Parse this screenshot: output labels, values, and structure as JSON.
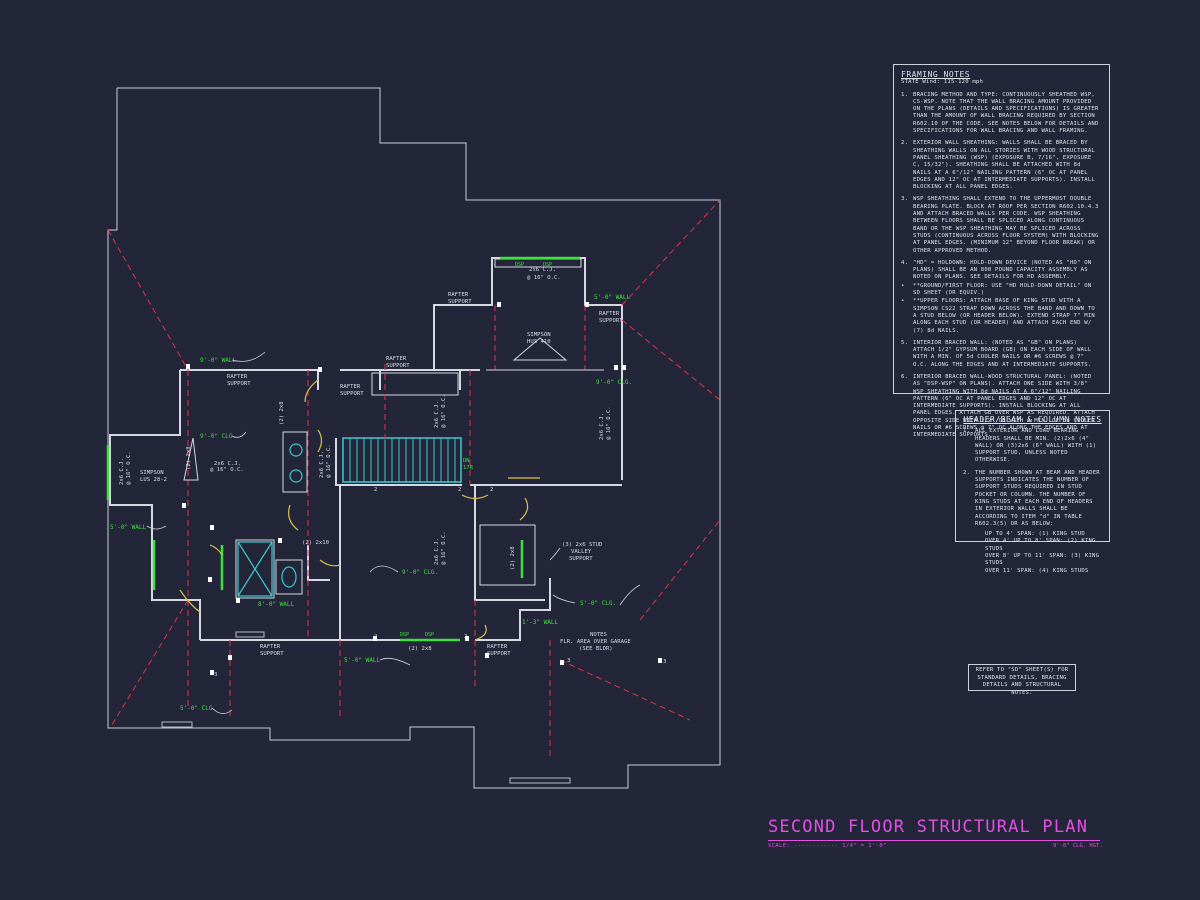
{
  "framing_notes": {
    "title": "FRAMING NOTES",
    "subtitle": "STATE Wind: 115-120 mph",
    "items": [
      {
        "n": "1.",
        "text": "BRACING METHOD AND TYPE: CONTINUOUSLY SHEATHED WSP, CS-WSP. NOTE THAT THE WALL BRACING AMOUNT PROVIDED ON THE PLANS (DETAILS AND SPECIFICATIONS) IS GREATER THAN THE AMOUNT OF WALL BRACING REQUIRED BY SECTION R602.10 OF THE CODE. SEE NOTES BELOW FOR DETAILS AND SPECIFICATIONS FOR WALL BRACING AND WALL FRAMING."
      },
      {
        "n": "2.",
        "text": "EXTERIOR WALL SHEATHING: WALLS SHALL BE BRACED BY SHEATHING WALLS ON ALL STORIES WITH WOOD STRUCTURAL PANEL SHEATHING (WSP) (EXPOSURE B, 7/16\", EXPOSURE C, 15/32\"). SHEATHING SHALL BE ATTACHED WITH 8d NAILS AT A 6\"/12\" NAILING PATTERN (6\" OC AT PANEL EDGES AND 12\" OC AT INTERMEDIATE SUPPORTS). INSTALL BLOCKING AT ALL PANEL EDGES."
      },
      {
        "n": "3.",
        "text": "WSP SHEATHING SHALL EXTEND TO THE UPPERMOST DOUBLE BEARING PLATE. BLOCK AT ROOF PER SECTION R602.10.4.3 AND ATTACH BRACED WALLS PER CODE. WSP SHEATHING BETWEEN FLOORS SHALL BE SPLICED ALONG CONTINUOUS BAND OR THE WSP SHEATHING MAY BE SPLICED ACROSS STUDS (CONTINUOUS ACROSS FLOOR SYSTEM) WITH BLOCKING AT PANEL EDGES. (MINIMUM 12\" BEYOND FLOOR BREAK) OR OTHER APPROVED METHOD."
      },
      {
        "n": "4.",
        "text": "\"HD\" = HOLDOWN: HOLD-DOWN DEVICE (NOTED AS \"HD\" ON PLANS) SHALL BE AN 800 POUND CAPACITY ASSEMBLY AS NOTED ON PLANS. SEE DETAILS FOR HD ASSEMBLY."
      },
      {
        "n": "•",
        "text": "**GROUND/FIRST FLOOR: USE \"HD HOLD-DOWN DETAIL\" ON SD SHEET (OR EQUIV.)"
      },
      {
        "n": "•",
        "text": "**UPPER FLOORS: ATTACH BASE OF KING STUD WITH A SIMPSON CS22 STRAP DOWN ACROSS THE BAND AND DOWN TO A STUD BELOW (OR HEADER BELOW). EXTEND STRAP 7\" MIN ALONG EACH STUD (OR HEADER) AND ATTACH EACH END W/ (7) 8d NAILS."
      },
      {
        "n": "5.",
        "text": "INTERIOR BRACED WALL: (NOTED AS \"GB\" ON PLANS) ATTACH 1/2\" GYPSUM BOARD (GB) ON EACH SIDE OF WALL WITH A MIN. OF 5d COOLER NAILS OR #6 SCREWS @ 7\" O.C. ALONG THE EDGES AND AT INTERMEDIATE SUPPORTS."
      },
      {
        "n": "6.",
        "text": "INTERIOR BRACED WALL-WOOD STRUCTURAL PANEL: (NOTED AS \"DSP-WSP\" ON PLANS). ATTACH ONE SIDE WITH 3/8\" WSP SHEATHING WITH 8d NAILS AT A 6\"/12\" NAILING PATTERN (6\" OC AT PANEL EDGES AND 12\" OC AT INTERMEDIATE SUPPORTS). INSTALL BLOCKING AT ALL PANEL EDGES. ATTACH GB OVER WSP AS REQUIRED. ATTACH OPPOSITE SIDE WITH 1/2\" GB WITH A MIN. OF 5d COOLER NAILS OR #6 SCREWS @ 7\" OC ALONG THE EDGES AND AT INTERMEDIATE SUPPORTS."
      }
    ]
  },
  "header_notes": {
    "title": "HEADER/BEAM & COLUMN NOTES",
    "items": [
      {
        "n": "1.",
        "text": "ALL EXTERIOR AND LOAD BEARING HEADERS SHALL BE MIN. (2)2x6 (4\" WALL) OR (3)2x6 (6\" WALL) WITH (1) SUPPORT STUD, UNLESS NOTED OTHERWISE."
      },
      {
        "n": "2.",
        "text": "THE NUMBER SHOWN AT BEAM AND HEADER SUPPORTS INDICATES THE NUMBER OF SUPPORT STUDS REQUIRED IN STUD POCKET OR COLUMN. THE NUMBER OF KING STUDS AT EACH END OF HEADERS IN EXTERIOR WALLS SHALL BE ACCORDING TO ITEM \"d\" IN TABLE R602.3(5) OR AS BELOW:"
      }
    ],
    "bullets": [
      "UP TO 4' SPAN: (1) KING STUD",
      "OVER 4' UP TO 8' SPAN: (2) KING STUDS",
      "OVER 8' UP TO 11' SPAN: (3) KING STUDS",
      "OVER 11' SPAN: (4) KING STUDS"
    ]
  },
  "refer_note": "REFER TO \"SD\" SHEET(S) FOR STANDARD DETAILS, BRACING DETAILS AND STRUCTURAL NOTES.",
  "title_block": {
    "title": "SECOND FLOOR STRUCTURAL PLAN",
    "scale": "SCALE: ------------ 1/4\" = 1'-0\"",
    "clg_height": "9'-0\" CLG. HGT."
  },
  "plan_labels": {
    "rafter_support": "RAFTER SUPPORT",
    "rafter": "RAFTER",
    "support": "SUPPORT",
    "wall_9": "9'-0\" WALL",
    "wall_8": "8'-0\" WALL",
    "wall_5": "5'-0\" WALL",
    "wall_1_3": "1'-3\" WALL",
    "clg_9": "9'-0\" CLG.",
    "clg_5": "5'-0\" CLG.",
    "cj_2x6": "2x6 C.J.",
    "oc_16": "@ 16\" O.C.",
    "dsp": "DSP",
    "simpson": "SIMPSON",
    "hus410": "HUS 410",
    "lus28": "LUS 28-2",
    "beam_2_2x8": "(2) 2x8",
    "beam_2_2x10": "(2) 2x10",
    "beam_2_2x8_v": "(2) 2x8",
    "valley_1": "(3) 2x6 STUD",
    "valley_2": "VALLEY",
    "valley_3": "SUPPORT",
    "notes": "NOTES",
    "flr_area": "FLR. AREA OVER GARAGE",
    "see_bldr": "(SEE BLDR)",
    "dn": "DN",
    "seventeen_r": "17R",
    "num_2": "2",
    "num_3": "3"
  },
  "colors": {
    "background": "#232639",
    "lines": "#d6d8e2",
    "green": "#3ee03e",
    "red": "#e0324b",
    "cyan": "#3fc9d0",
    "yellow": "#d8c24a",
    "magenta": "#e24fe2"
  }
}
